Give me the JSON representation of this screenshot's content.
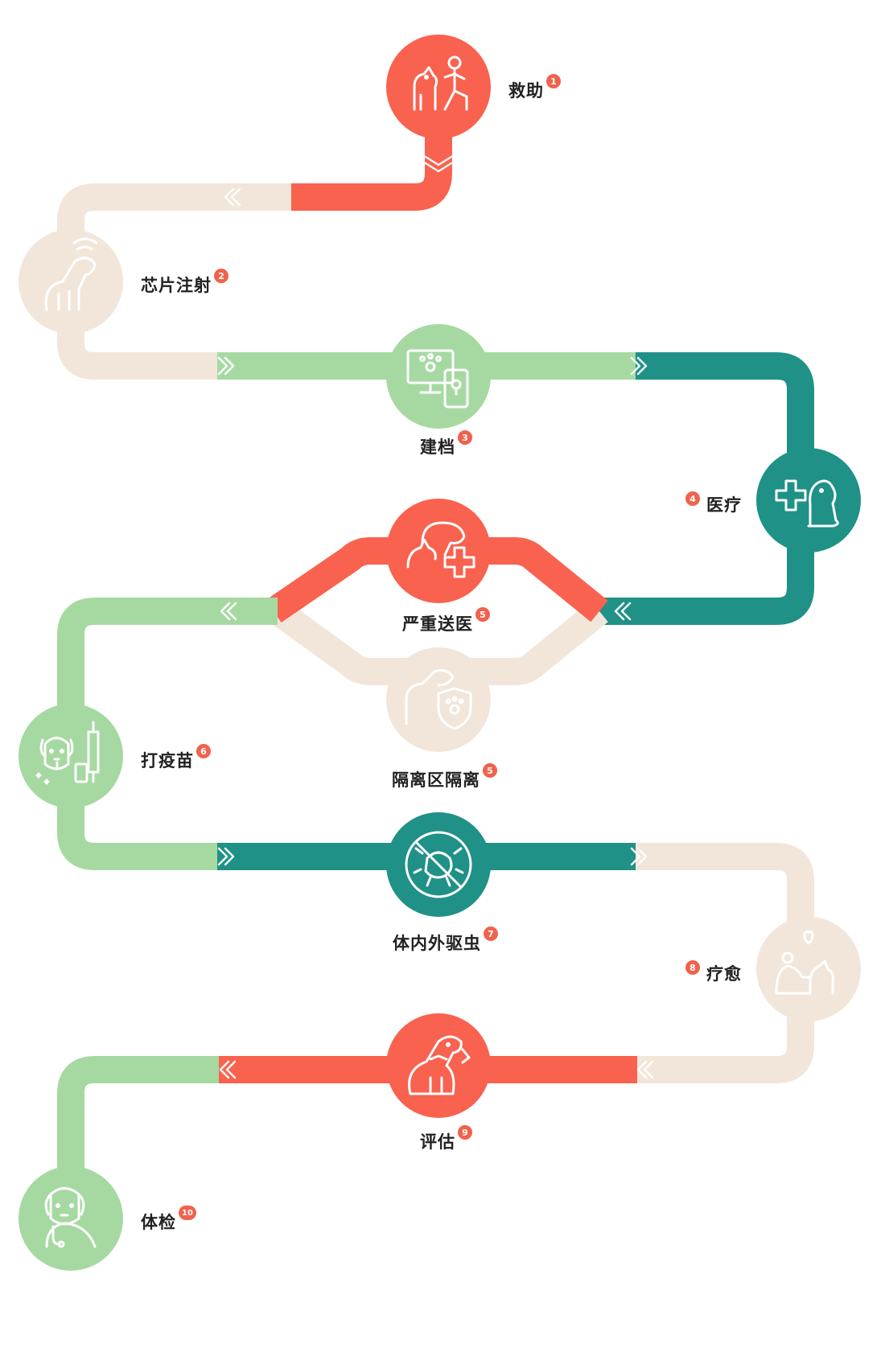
{
  "colors": {
    "red": "#f8624f",
    "beige": "#f1e6d9",
    "green": "#a6d9a2",
    "teal": "#1f9186",
    "badge": "#f0624c",
    "text": "#222222"
  },
  "steps": [
    {
      "id": "rescue",
      "label": "救助",
      "badge": "1",
      "color": "red",
      "icon": "person-with-dog-icon"
    },
    {
      "id": "chip",
      "label": "芯片注射",
      "badge": "2",
      "color": "beige",
      "icon": "dog-microchip-icon"
    },
    {
      "id": "filing",
      "label": "建档",
      "badge": "3",
      "color": "green",
      "icon": "monitor-phone-icon"
    },
    {
      "id": "medical",
      "label": "医疗",
      "badge": "4",
      "color": "teal",
      "icon": "medical-cross-dog-icon"
    },
    {
      "id": "severe",
      "label": "严重送医",
      "badge": "5",
      "color": "red",
      "icon": "dog-cat-cross-icon"
    },
    {
      "id": "isolation",
      "label": "隔离区隔离",
      "badge": "5",
      "color": "beige",
      "icon": "dog-shield-icon"
    },
    {
      "id": "vaccine",
      "label": "打疫苗",
      "badge": "6",
      "color": "green",
      "icon": "dog-syringe-icon"
    },
    {
      "id": "deworm",
      "label": "体内外驱虫",
      "badge": "7",
      "color": "teal",
      "icon": "no-parasite-icon"
    },
    {
      "id": "heal",
      "label": "疗愈",
      "badge": "8",
      "color": "beige",
      "icon": "person-hug-dog-icon"
    },
    {
      "id": "assess",
      "label": "评估",
      "badge": "9",
      "color": "red",
      "icon": "sitting-dog-icon"
    },
    {
      "id": "checkup",
      "label": "体检",
      "badge": "10",
      "color": "green",
      "icon": "dog-stethoscope-icon"
    }
  ]
}
